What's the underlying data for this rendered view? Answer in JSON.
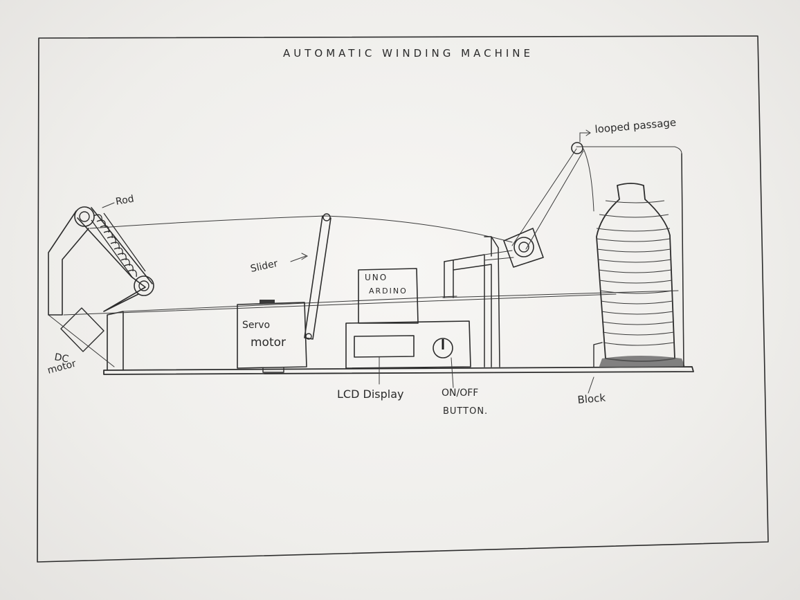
{
  "diagram": {
    "title": "AUTOMATIC WINDING MACHINE",
    "labels": {
      "rod": "Rod",
      "slider": "Slider",
      "dc_motor_line1": "DC",
      "dc_motor_line2": "motor",
      "servo_motor_line1": "Servo",
      "servo_motor_line2": "motor",
      "arduino_line1": "UNO",
      "arduino_line2": "ARDINO",
      "lcd_display": "LCD Display",
      "on_off_line1": "ON/OFF",
      "on_off_line2": "BUTTON.",
      "block": "Block",
      "looped_passage": "looped passage"
    },
    "ink_color": "#2c2c2c",
    "paper_color": "#f5f4f2"
  }
}
